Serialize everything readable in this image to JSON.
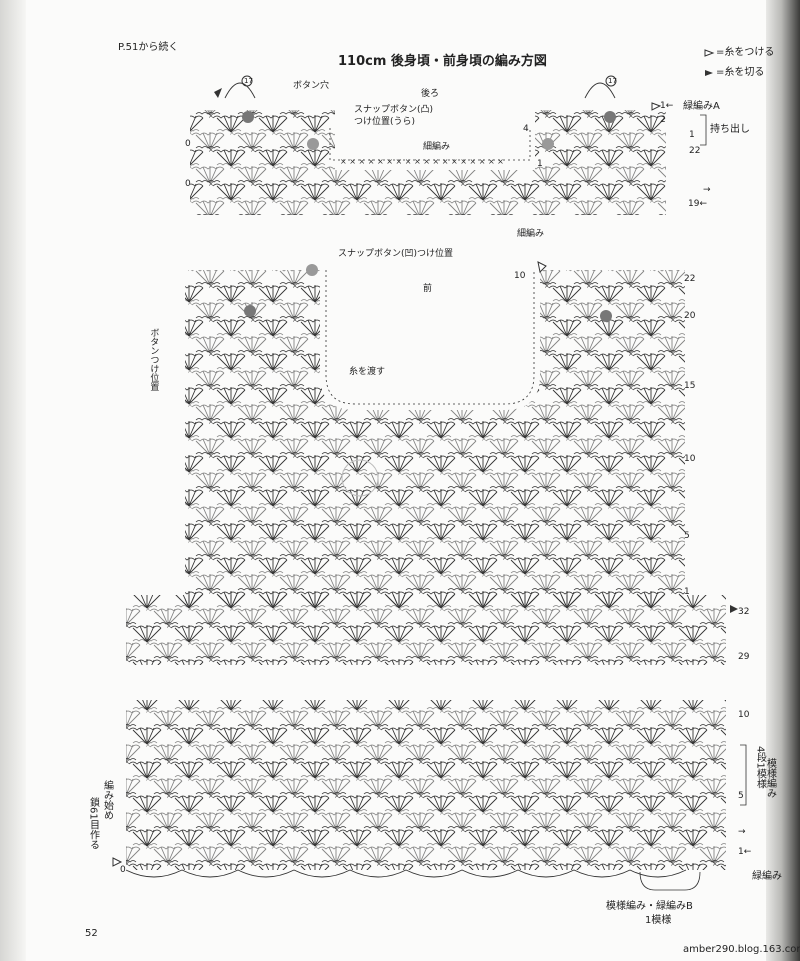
{
  "header": {
    "continued_from": "P.51から続く",
    "title": "110cm 後身頃・前身頃の編み方図"
  },
  "legend": {
    "attach_thread": "=糸をつける",
    "cut_thread": "=糸を切る"
  },
  "back": {
    "label": "後ろ",
    "buttonhole": "ボタン穴",
    "snap_male_line1": "スナップボタン(凸)",
    "snap_male_line2": "つけ位置(うら)",
    "slip_stitch": "細編み",
    "edge_a": "緑編みA",
    "carry": "持ち出し",
    "row_labels": [
      "1←",
      "2",
      "1",
      "22",
      "4",
      "1",
      "19←",
      "→"
    ],
    "edge_zero": "0",
    "circle_17": "17"
  },
  "front": {
    "label": "前",
    "snap_female": "スナップボタン(凹)つけ位置",
    "slip_stitch": "細編み",
    "button_pos": "ボタンつけ位置",
    "pass_thread": "糸を渡す",
    "row_labels": [
      "22",
      "20",
      "15",
      "10",
      "5",
      "1"
    ],
    "neck_row": "10"
  },
  "lower": {
    "row_labels": [
      "32",
      "29",
      "10",
      "5",
      "1←",
      "→"
    ],
    "repeat": "4段1模様",
    "pattern": "模様編み",
    "border": "緑編み",
    "start": "編み始め",
    "chain": "鎖61目作る",
    "bottom1": "模様編み・緑編みB",
    "bottom2": "1模様",
    "start_zero": "0"
  },
  "footer": {
    "page": "52",
    "blog": "amber290.blog.163.com"
  }
}
